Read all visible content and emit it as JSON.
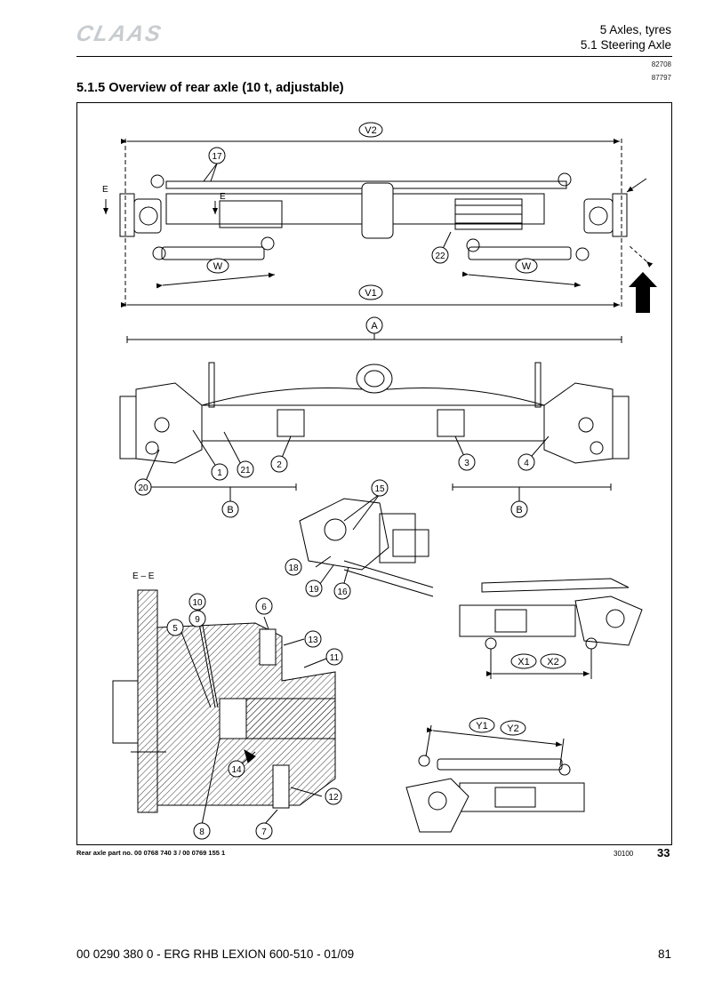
{
  "header": {
    "logo_text": "CLAAS",
    "chapter": "5 Axles, tyres",
    "section": "5.1 Steering Axle",
    "code_1": "82708",
    "code_2": "87797"
  },
  "page_title": "5.1.5 Overview of rear axle (10 t, adjustable)",
  "figure": {
    "labels": {
      "v2": "V2",
      "v1": "V1",
      "w": "W",
      "a": "A",
      "b": "B",
      "e": "E",
      "ee": "E – E",
      "x1": "X1",
      "x2": "X2",
      "y1": "Y1",
      "y2": "Y2"
    },
    "callouts": [
      "1",
      "2",
      "3",
      "4",
      "5",
      "6",
      "7",
      "8",
      "9",
      "10",
      "11",
      "12",
      "13",
      "14",
      "15",
      "16",
      "17",
      "18",
      "19",
      "20",
      "21",
      "22"
    ],
    "caption": "Rear axle part no. 00 0768 740 3 / 00 0769 155 1",
    "figure_number": "30100",
    "figure_page": "33"
  },
  "footer": {
    "document": "00 0290 380 0 - ERG RHB LEXION 600-510 - 01/09",
    "page_number": "81"
  }
}
